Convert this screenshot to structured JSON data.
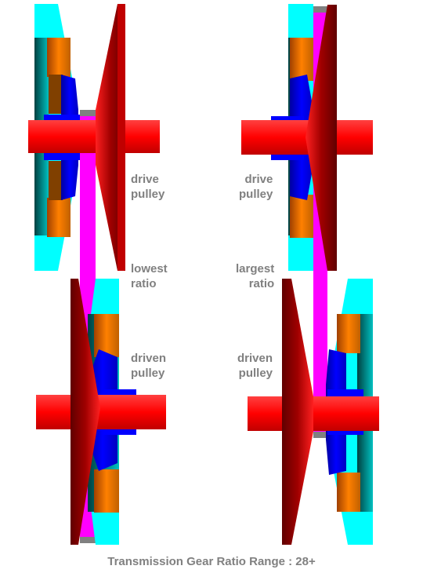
{
  "colors": {
    "shaft": "#ff0000",
    "sheave": "#800000",
    "belt": "#ff00ff",
    "hub": "#0000ff",
    "spring": "#ff8000",
    "housing": "#00ffff",
    "shoe": "#808080",
    "labels": "#808080"
  },
  "left": {
    "drive_label": [
      "drive",
      "pulley"
    ],
    "ratio_label": [
      "lowest",
      "ratio"
    ],
    "driven_label": [
      "driven",
      "pulley"
    ]
  },
  "right": {
    "drive_label": [
      "drive",
      "pulley"
    ],
    "ratio_label": [
      "largest",
      "ratio"
    ],
    "driven_label": [
      "driven",
      "pulley"
    ]
  },
  "caption": "Transmission Gear Ratio Range : 28+"
}
